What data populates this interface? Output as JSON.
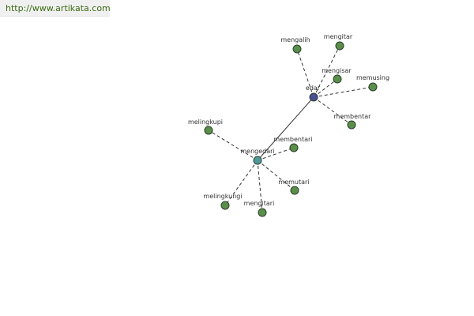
{
  "site": {
    "url": "http://www.artikata.com"
  },
  "colors": {
    "url_text": "#3a6b12",
    "edge": "#333333",
    "leaf_node": "#5a8f4a",
    "hub_node": "#4f9a9a",
    "root_node": "#4a4f96",
    "node_stroke": "#2c3e2c"
  },
  "graph": {
    "nodes": [
      {
        "id": "edar",
        "label": "edar",
        "role": "root"
      },
      {
        "id": "mengedari",
        "label": "mengedari",
        "role": "hub"
      },
      {
        "id": "mengalih",
        "label": "mengalih",
        "role": "leaf"
      },
      {
        "id": "mengitar",
        "label": "mengitar",
        "role": "leaf"
      },
      {
        "id": "mengisar",
        "label": "mengisar",
        "role": "leaf"
      },
      {
        "id": "memusing",
        "label": "memusing",
        "role": "leaf"
      },
      {
        "id": "membentar",
        "label": "membentar",
        "role": "leaf"
      },
      {
        "id": "melingkupi",
        "label": "melingkupi",
        "role": "leaf"
      },
      {
        "id": "membentari",
        "label": "membentari",
        "role": "leaf"
      },
      {
        "id": "memutari",
        "label": "memutari",
        "role": "leaf"
      },
      {
        "id": "melingkungi",
        "label": "melingkungi",
        "role": "leaf"
      },
      {
        "id": "mengitari",
        "label": "mengitari",
        "role": "leaf"
      }
    ],
    "edges": [
      {
        "from": "edar",
        "to": "mengedari",
        "style": "solid"
      },
      {
        "from": "edar",
        "to": "mengalih",
        "style": "dashed"
      },
      {
        "from": "edar",
        "to": "mengitar",
        "style": "dashed"
      },
      {
        "from": "edar",
        "to": "mengisar",
        "style": "dashed"
      },
      {
        "from": "edar",
        "to": "memusing",
        "style": "dashed"
      },
      {
        "from": "edar",
        "to": "membentar",
        "style": "dashed"
      },
      {
        "from": "mengedari",
        "to": "melingkupi",
        "style": "dashed"
      },
      {
        "from": "mengedari",
        "to": "membentari",
        "style": "dashed"
      },
      {
        "from": "mengedari",
        "to": "memutari",
        "style": "dashed"
      },
      {
        "from": "mengedari",
        "to": "melingkungi",
        "style": "dashed"
      },
      {
        "from": "mengedari",
        "to": "mengitari",
        "style": "dashed"
      }
    ]
  }
}
